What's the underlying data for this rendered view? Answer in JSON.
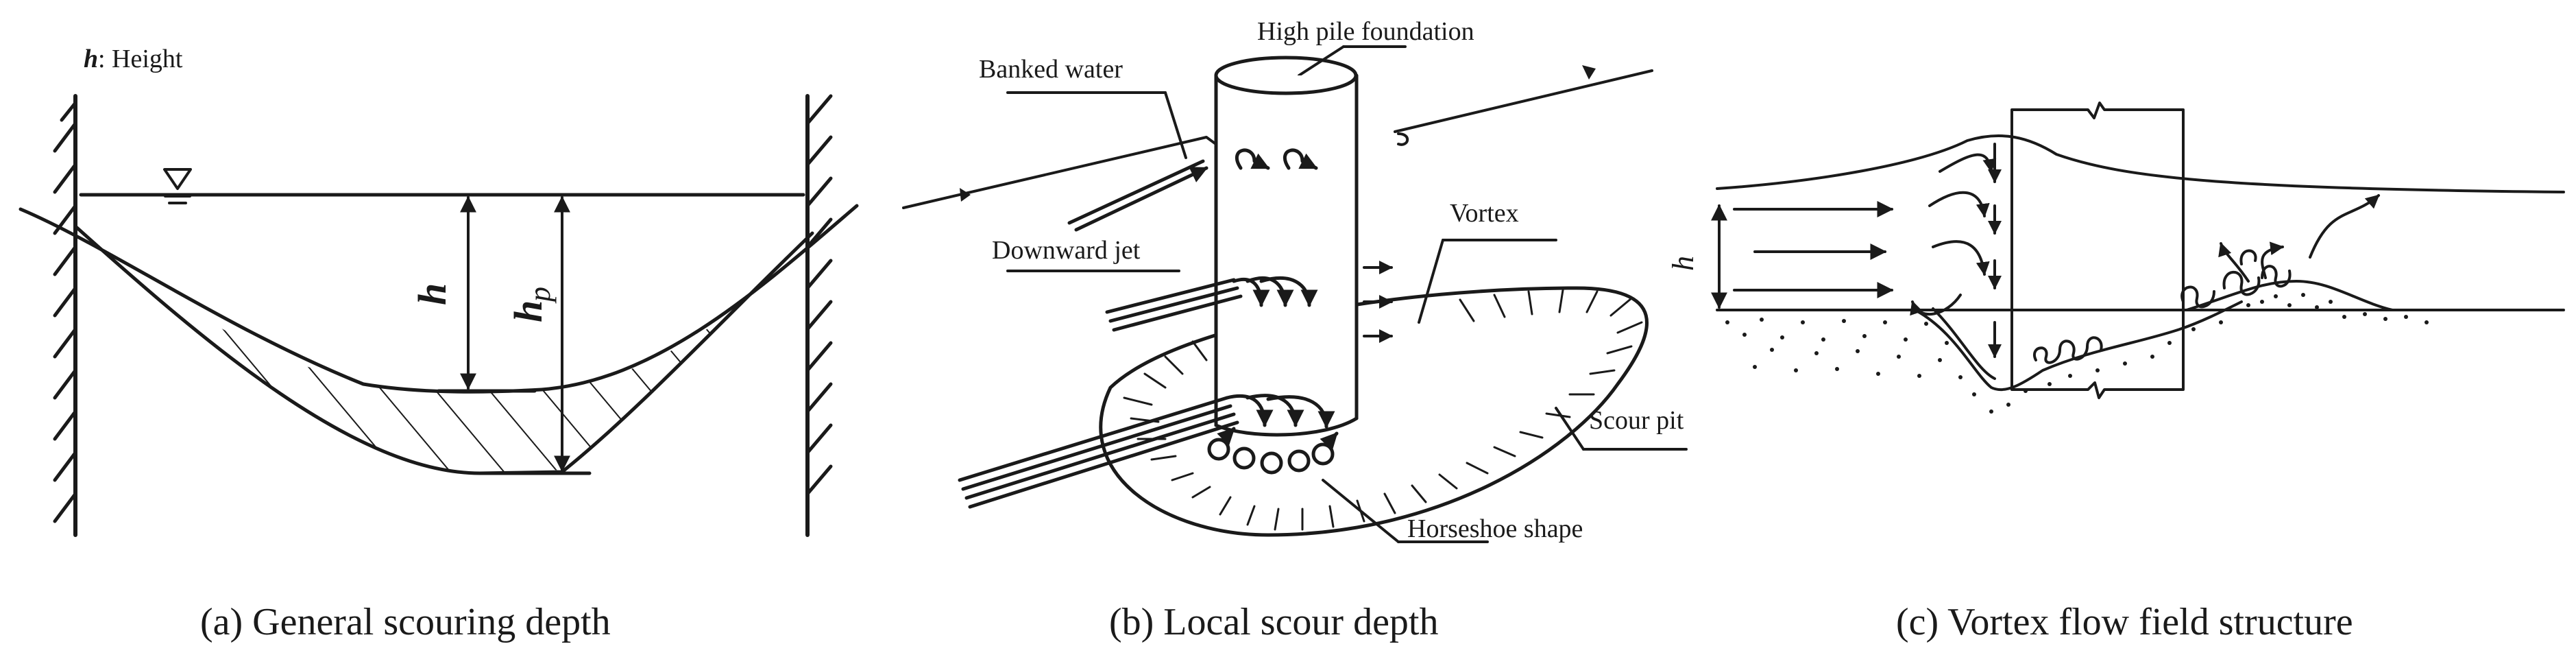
{
  "panel_a": {
    "legend_symbol": "h",
    "legend_text": ": Height",
    "label_h": "h",
    "label_hp_main": "h",
    "label_hp_sub": "p",
    "caption": "(a) General scouring depth"
  },
  "panel_b": {
    "label_high_pile": "High pile foundation",
    "label_banked_water": "Banked water",
    "label_vortex": "Vortex",
    "label_downward_jet": "Downward jet",
    "label_scour_pit": "Scour pit",
    "label_horseshoe": "Horseshoe shape",
    "caption": "(b) Local scour depth"
  },
  "panel_c": {
    "label_h": "h",
    "caption": "(c) Vortex flow field structure"
  }
}
